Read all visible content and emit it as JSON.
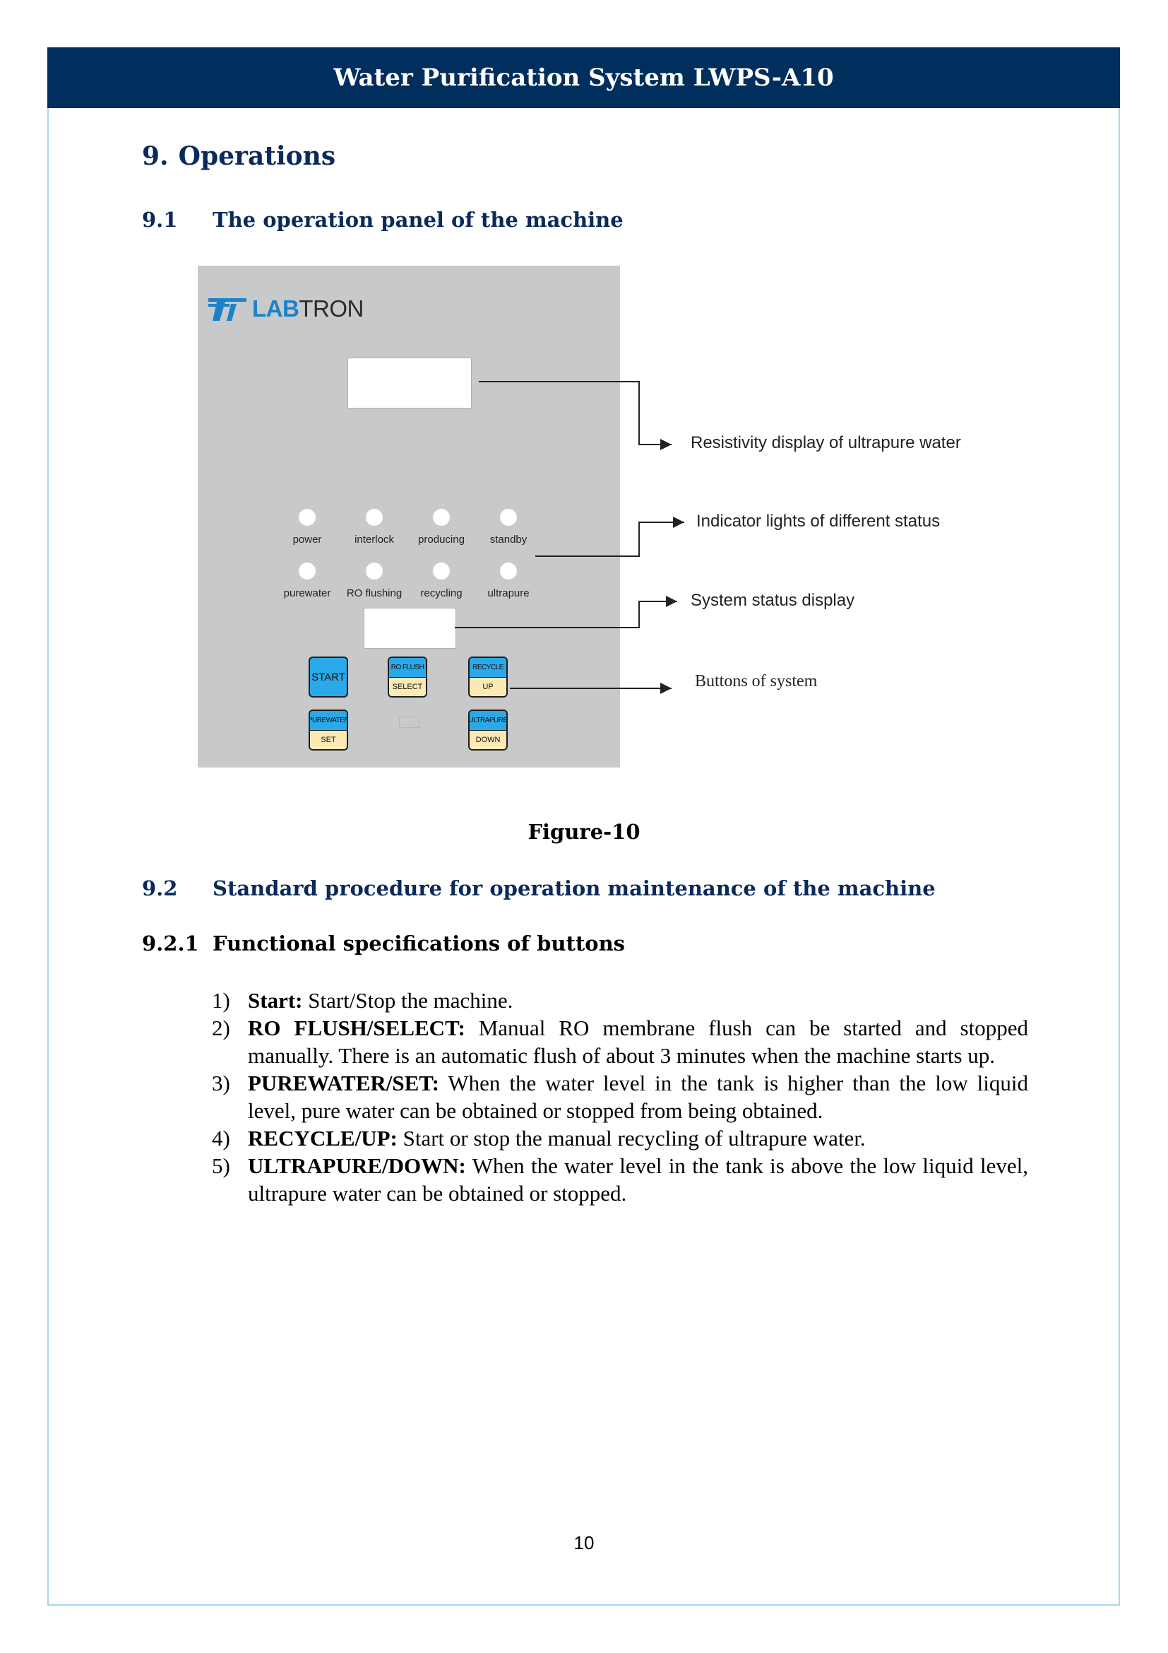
{
  "header": {
    "title": "Water Purification System LWPS-A10"
  },
  "section": {
    "number": "9.",
    "title": "Operations"
  },
  "subsection_1": {
    "number": "9.1",
    "title": "The operation panel of the machine"
  },
  "figure": {
    "logo": {
      "lab": "LAB",
      "tron": "TRON"
    },
    "indicators": {
      "row1": [
        "power",
        "interlock",
        "producing",
        "standby"
      ],
      "row2": [
        "purewater",
        "RO flushing",
        "recycling",
        "ultrapure"
      ]
    },
    "buttons": {
      "start": "START",
      "ro_flush": {
        "top": "RO FLUSH",
        "bottom": "SELECT"
      },
      "recycle": {
        "top": "RECYCLE",
        "bottom": "UP"
      },
      "purewater": {
        "top": "PUREWATER",
        "bottom": "SET"
      },
      "ultrapure": {
        "top": "ULTRAPURE",
        "bottom": "DOWN"
      }
    },
    "callouts": {
      "resistivity": "Resistivity display of ultrapure water",
      "indicator_lights": "Indicator lights of different status",
      "system_status": "System status display",
      "buttons": "Buttons of system"
    },
    "caption": "Figure-10"
  },
  "subsection_2": {
    "number": "9.2",
    "title": "Standard procedure for operation maintenance of the machine"
  },
  "subsubsection": {
    "number": "9.2.1",
    "title": "Functional specifications of buttons"
  },
  "list": [
    {
      "n": "1)",
      "term": "Start:",
      "text": " Start/Stop the machine."
    },
    {
      "n": "2)",
      "term": "RO FLUSH/SELECT:",
      "text": " Manual RO membrane flush can be started and stopped manually. There is an automatic flush of about 3 minutes when the machine starts up."
    },
    {
      "n": "3)",
      "term": "PUREWATER/SET:",
      "text": " When the water level in the tank is higher than the low liquid level, pure water can be obtained or stopped from being obtained."
    },
    {
      "n": "4)",
      "term": "RECYCLE/UP:",
      "text": " Start or stop the manual recycling of ultrapure water."
    },
    {
      "n": "5)",
      "term": "ULTRAPURE/DOWN:",
      "text": " When the water level in the tank is above the low liquid level, ultrapure water can be obtained or stopped."
    }
  ],
  "footer": {
    "page_number": "10"
  },
  "colors": {
    "header_bg": "#002e5d",
    "heading": "#0b2a5b",
    "frame": "#a9d6ef",
    "button_blue": "#2aa8e8",
    "button_yellow": "#fbeab3"
  }
}
